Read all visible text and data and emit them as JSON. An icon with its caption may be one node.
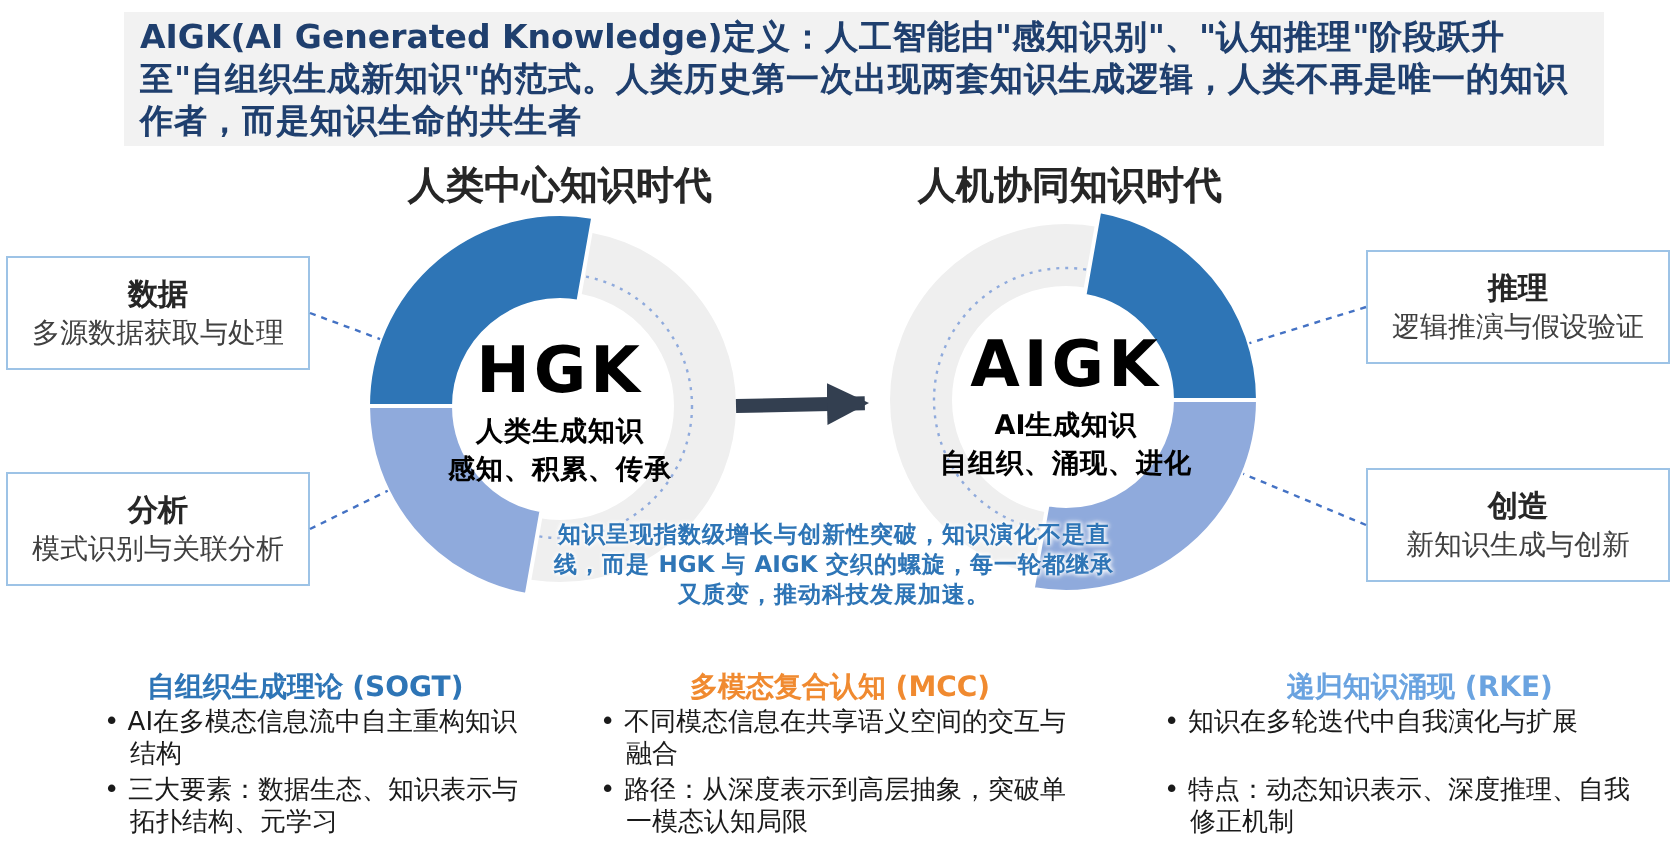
{
  "diagram": {
    "title": "AIGK(AI Generated Knowledge)定义：人工智能由\"感知识别\"、\"认知推理\"阶段跃升至\"自组织生成新知识\"的范式。人类历史第一次出现两套知识生成逻辑，人类不再是唯一的知识作者，而是知识生命的共生者",
    "nodes": [
      {
        "text": [
          "数据",
          "多源数据获取与处理"
        ]
      },
      {
        "text": [
          "分析",
          "模式识别与关联分析"
        ]
      },
      {
        "text": [
          "HGK",
          "人类生成知识",
          "感知、积累、传承"
        ]
      },
      {
        "text": [
          "AIGK",
          "AI生成知识",
          "自组织、涌现、进化"
        ]
      },
      {
        "text": [
          "推理",
          "逻辑推演与假设验证"
        ]
      },
      {
        "text": [
          "创造",
          "新知识生成与创新"
        ]
      }
    ],
    "edges": [
      {
        "from": 0,
        "to": 2,
        "arrow": "none",
        "style": "dashed"
      },
      {
        "from": 1,
        "to": 2,
        "arrow": "none",
        "style": "dashed"
      },
      {
        "from": 2,
        "to": 3,
        "arrow": "to",
        "style": "thick",
        "color": "#333f50"
      },
      {
        "from": 4,
        "to": 3,
        "arrow": "none",
        "style": "dashed"
      },
      {
        "from": 5,
        "to": 3,
        "arrow": "none",
        "style": "dashed"
      }
    ],
    "labels": [
      "人类中心知识时代",
      "人机协同知识时代",
      "知识呈现指数级增长与创新性突破，知识演化不是直线，而是 HGK 与 AIGK 交织的螺旋，每一轮都继承又质变，推动科技发展加速。",
      "自组织生成理论 (SOGT)",
      "• AI在多模态信息流中自主重构知识结构",
      "• 三大要素：数据生态、知识表示与拓扑结构、元学习",
      "多模态复合认知 (MCC)",
      "• 不同模态信息在共享语义空间的交互与融合",
      "• 路径：从深度表示到高层抽象，突破单一模态认知局限",
      "递归知识涌现 (RKE)",
      "• 知识在多轮迭代中自我演化与扩展",
      "• 特点：动态知识表示、深度推理、自我修正机制"
    ]
  }
}
